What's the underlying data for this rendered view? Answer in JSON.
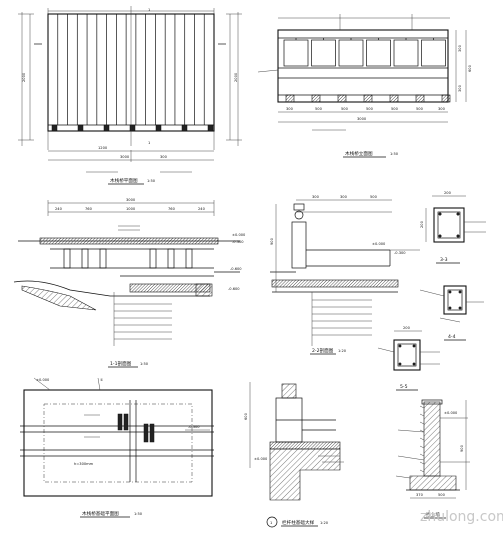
{
  "titles": {
    "plan": "木栈桥平面图",
    "plan_scale": "1:50",
    "elev": "木栈桥立面图",
    "elev_scale": "1:50",
    "section": "1-1剖面图",
    "section_scale": "1:50",
    "foundation": "木栈桥基础平面图",
    "foundation_scale": "1:50",
    "rail_sec": "2-2剖面图",
    "rail_sec_scale": "1:20",
    "detail1": "栏杆柱基础大样",
    "detail1_scale": "1:20",
    "detail1_num": "1",
    "wall": "挡土墙",
    "s3": "3-3",
    "s4": "4-4",
    "s5": "5-5"
  },
  "plan": {
    "w": "3000",
    "h": "2000",
    "sub1": "1200",
    "sub2": "300",
    "s1": "1"
  },
  "elev": {
    "top": "3000",
    "w1": "300",
    "w2": "500",
    "w3": "500",
    "w4": "500",
    "w5": "500",
    "w6": "500",
    "w7": "300",
    "total": "3000",
    "hgt": "600",
    "h1": "300",
    "h2": "300"
  },
  "section": {
    "total": "3000",
    "d1": "240",
    "d2": "760",
    "d3": "1000",
    "d4": "760",
    "d5": "240",
    "lv1": "±0.000",
    "lv2": "-0.300",
    "lv3": "-0.600"
  },
  "found": {
    "lv": "±0.000",
    "mark": "①",
    "lvr": "-0.300",
    "note": "h=300mm"
  },
  "rail": {
    "w1": "300",
    "w2": "300",
    "w3": "500",
    "lv": "±0.000",
    "lv2": "-0.300",
    "h": "900"
  },
  "detail": {
    "h": "600",
    "lv": "±0.000"
  },
  "sec3": {
    "w": "200",
    "h": "200"
  },
  "sec5": {
    "w": "200",
    "h": "200"
  },
  "wall": {
    "w1": "370",
    "w2": "500",
    "h": "900",
    "lv": "±0.000"
  },
  "watermark": "zhulong.com"
}
